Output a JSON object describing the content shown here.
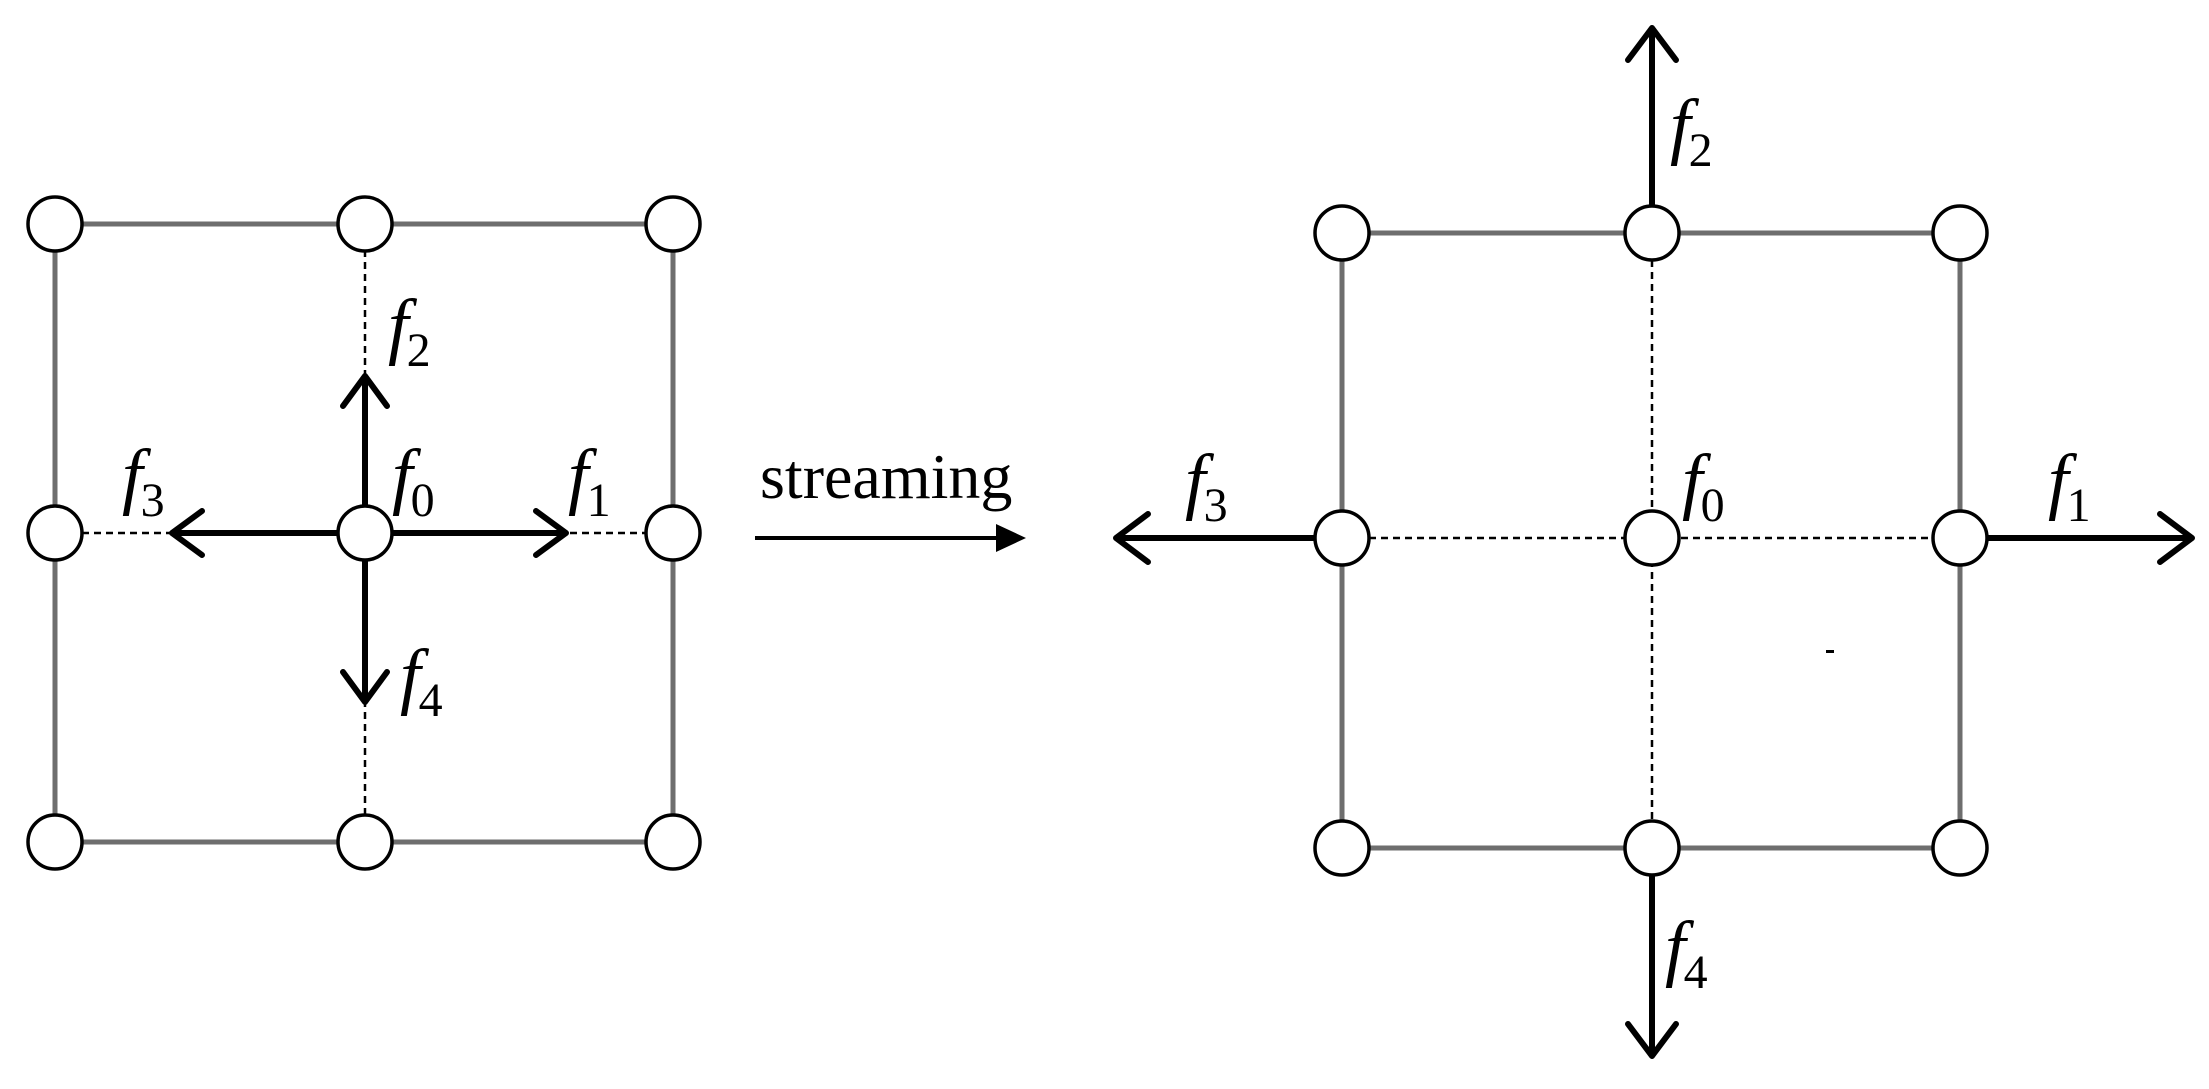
{
  "stream_label": "streaming",
  "labels": {
    "f0": {
      "base": "f",
      "sub": "0"
    },
    "f1": {
      "base": "f",
      "sub": "1"
    },
    "f2": {
      "base": "f",
      "sub": "2"
    },
    "f3": {
      "base": "f",
      "sub": "3"
    },
    "f4": {
      "base": "f",
      "sub": "4"
    }
  }
}
